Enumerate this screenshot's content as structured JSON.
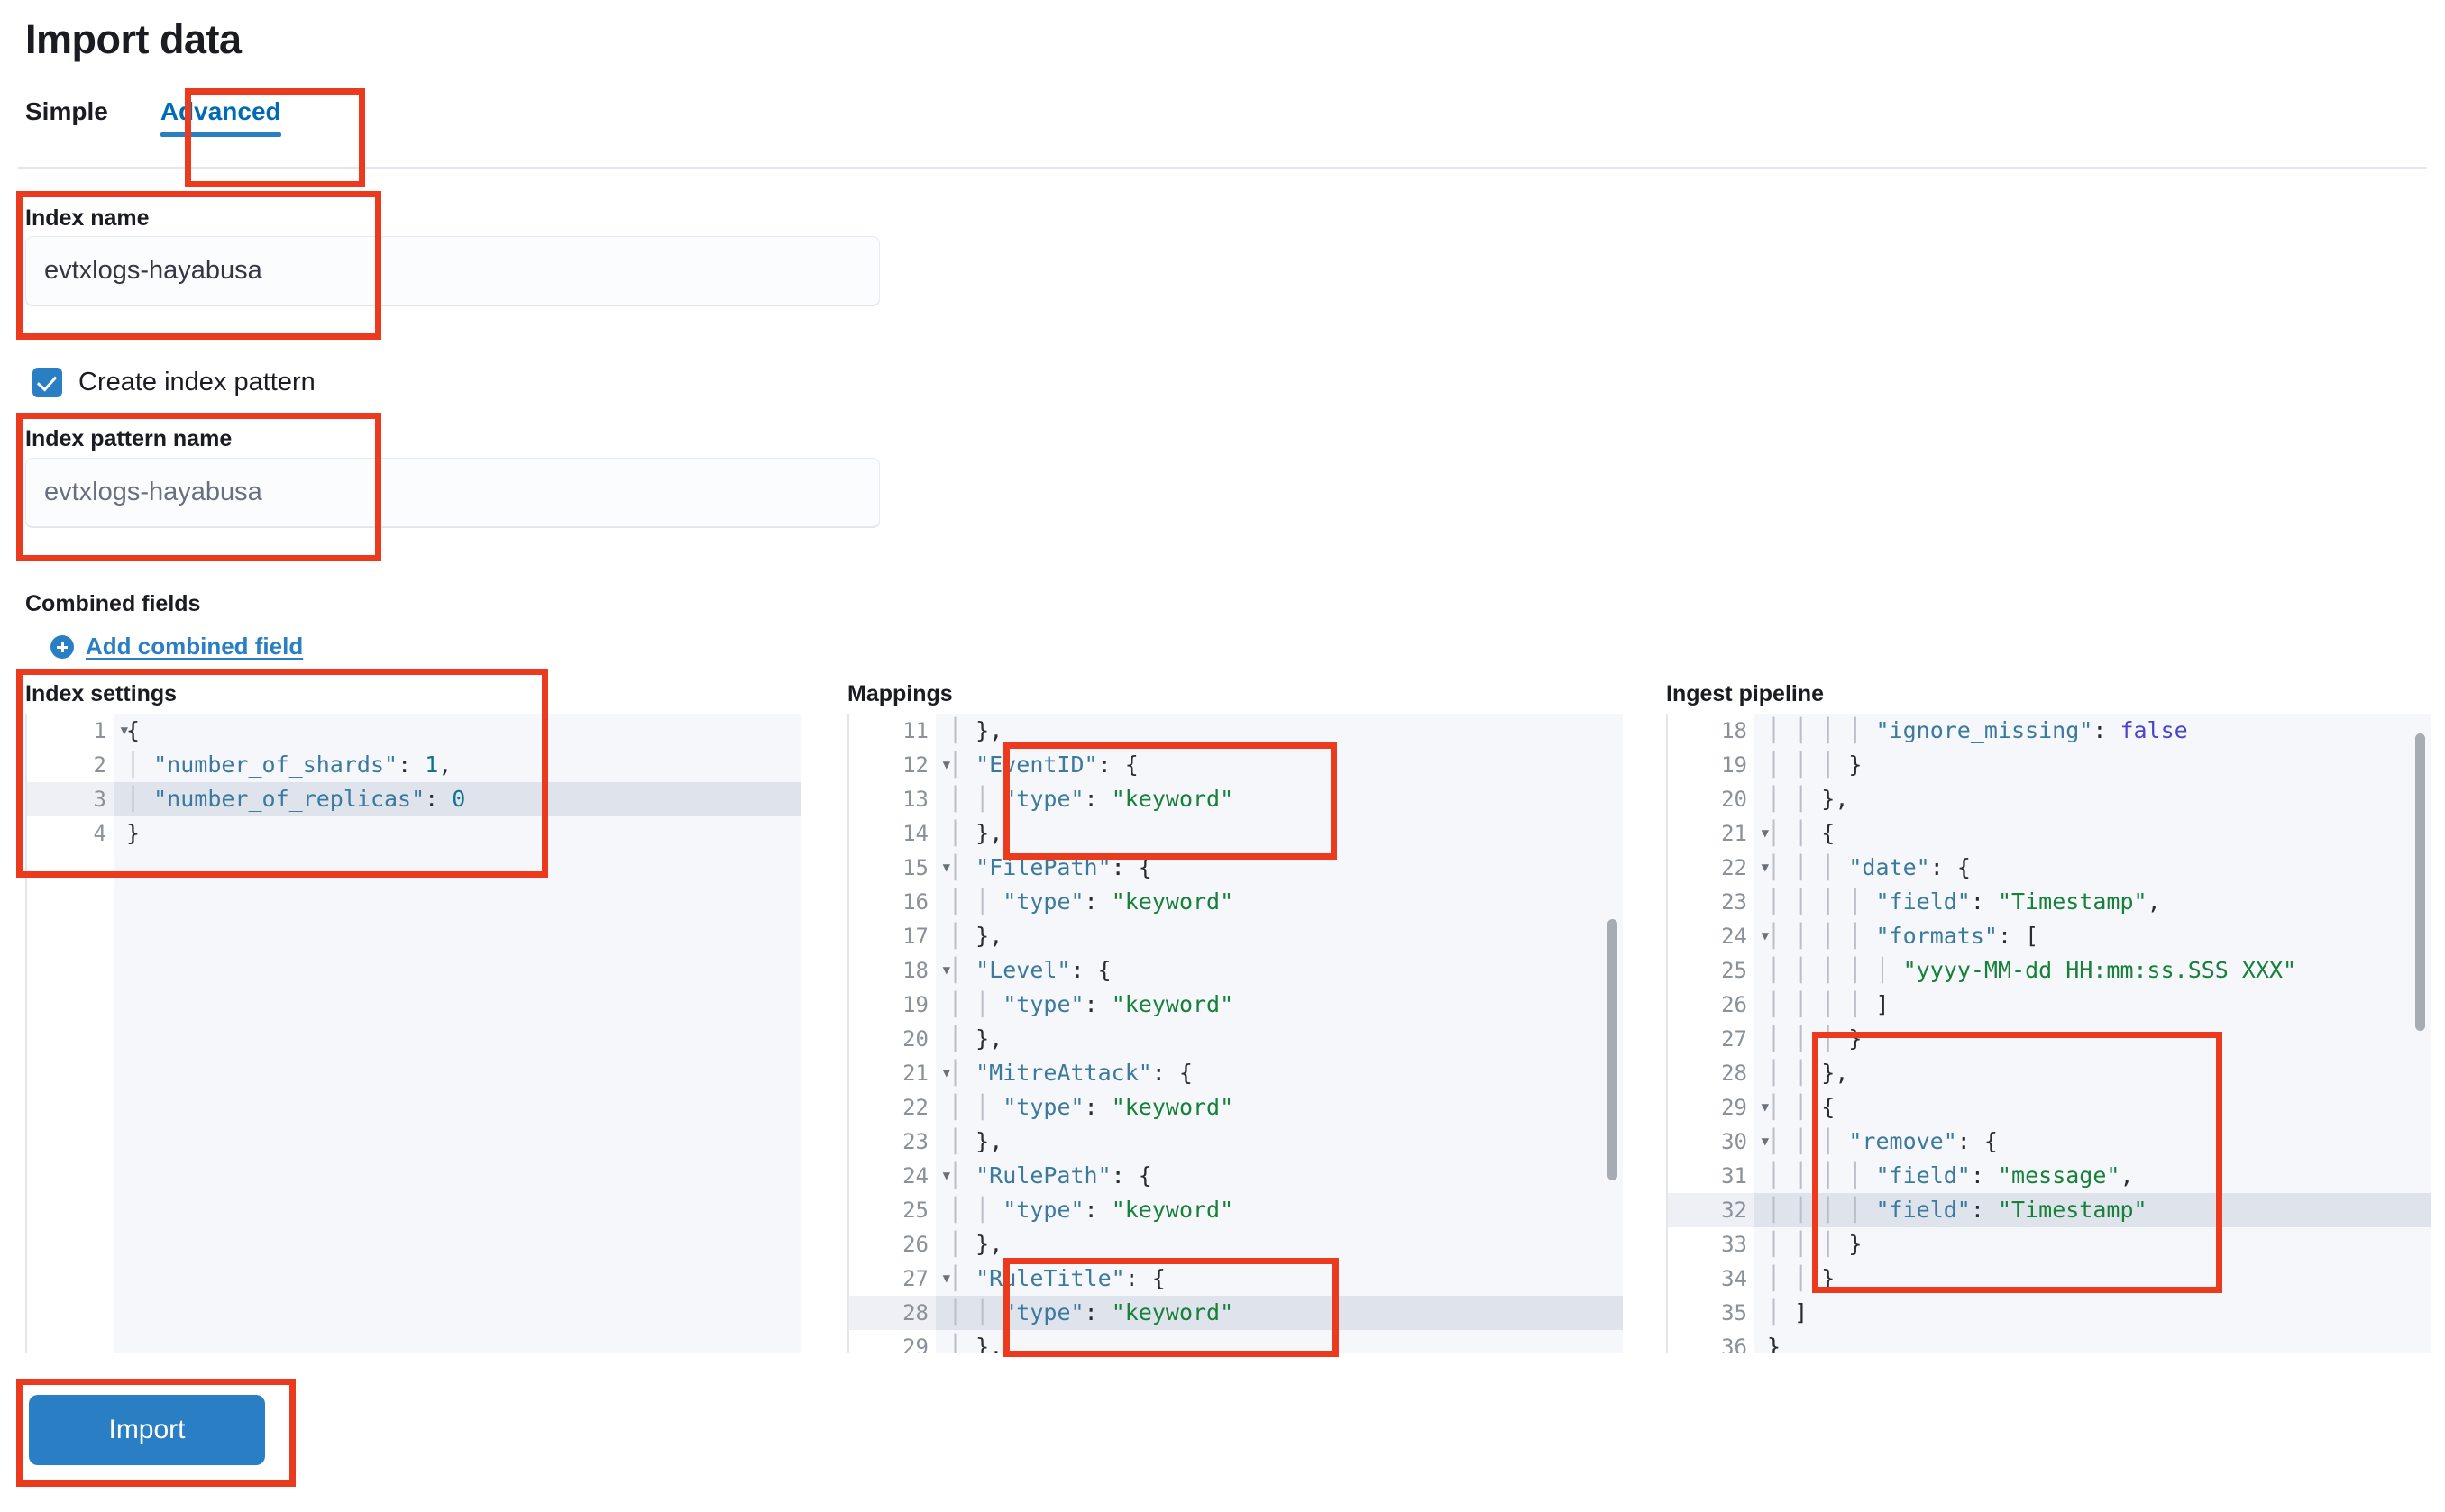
{
  "page": {
    "title": "Import data"
  },
  "tabs": [
    {
      "label": "Simple",
      "active": false
    },
    {
      "label": "Advanced",
      "active": true
    }
  ],
  "form": {
    "index_name_label": "Index name",
    "index_name_value": "evtxlogs-hayabusa",
    "create_index_pattern_label": "Create index pattern",
    "create_index_pattern_checked": true,
    "index_pattern_label": "Index pattern name",
    "index_pattern_placeholder": "evtxlogs-hayabusa",
    "combined_fields_label": "Combined fields",
    "add_combined_field_label": "Add combined field"
  },
  "editors": {
    "index_settings": {
      "title": "Index settings",
      "first_line": 1,
      "highlight_line": 3,
      "fold_lines": [
        1
      ],
      "lines": [
        "{",
        "  \"number_of_shards\": 1,",
        "  \"number_of_replicas\": 0",
        "}"
      ]
    },
    "mappings": {
      "title": "Mappings",
      "first_line": 11,
      "highlight_line": 28,
      "fold_lines": [
        12,
        15,
        18,
        21,
        24,
        27
      ],
      "lines": [
        "  },",
        "  \"EventID\": {",
        "    \"type\": \"keyword\"",
        "  },",
        "  \"FilePath\": {",
        "    \"type\": \"keyword\"",
        "  },",
        "  \"Level\": {",
        "    \"type\": \"keyword\"",
        "  },",
        "  \"MitreAttack\": {",
        "    \"type\": \"keyword\"",
        "  },",
        "  \"RulePath\": {",
        "    \"type\": \"keyword\"",
        "  },",
        "  \"RuleTitle\": {",
        "    \"type\": \"keyword\"",
        "  },"
      ]
    },
    "ingest_pipeline": {
      "title": "Ingest pipeline",
      "first_line": 18,
      "highlight_line": 32,
      "fold_lines": [
        21,
        22,
        24,
        29,
        30
      ],
      "lines": [
        "        \"ignore_missing\": false",
        "      }",
        "    },",
        "    {",
        "      \"date\": {",
        "        \"field\": \"Timestamp\",",
        "        \"formats\": [",
        "          \"yyyy-MM-dd HH:mm:ss.SSS XXX\"",
        "        ]",
        "      }",
        "    },",
        "    {",
        "      \"remove\": {",
        "        \"field\": \"message\",",
        "        \"field\": \"Timestamp\"",
        "      }",
        "    }",
        "  ]",
        "}"
      ]
    }
  },
  "actions": {
    "import_label": "Import"
  },
  "colors": {
    "accent": "#2a7fc4",
    "annotation": "#eb3a1e",
    "link": "#2a7fc4",
    "editor_bg": "#f5f7fa",
    "string": "#17803a",
    "key": "#3b7a9e",
    "boolean": "#4e45c4"
  }
}
